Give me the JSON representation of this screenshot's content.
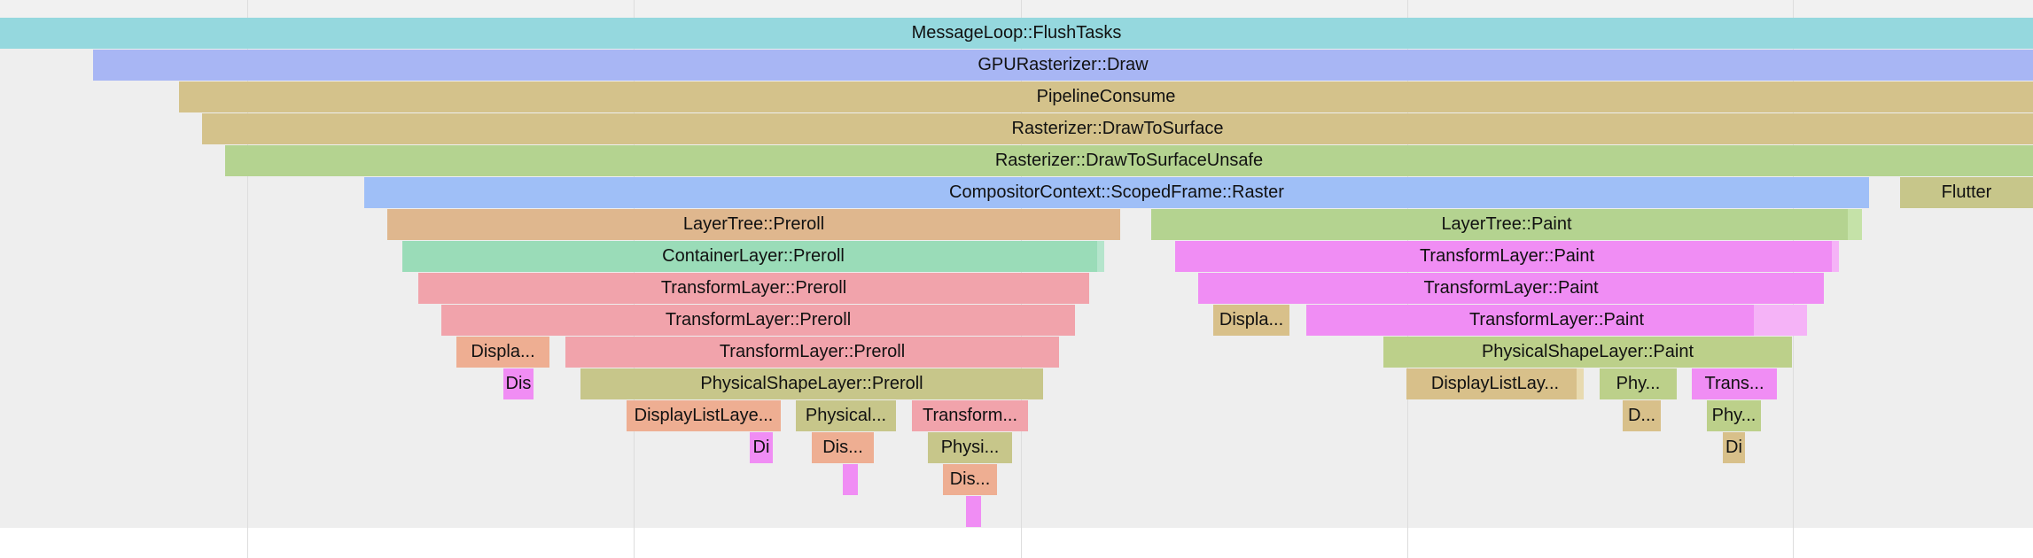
{
  "flamegraph": {
    "frames": [
      {
        "label": "MessageLoop::FlushTasks",
        "color": "#95d8de"
      },
      {
        "label": "GPURasterizer::Draw",
        "color": "#a8b6f4"
      },
      {
        "label": "PipelineConsume",
        "color": "#d4c28b"
      },
      {
        "label": "Rasterizer::DrawToSurface",
        "color": "#d4c28b"
      },
      {
        "label": "Rasterizer::DrawToSurfaceUnsafe",
        "color": "#b4d390"
      },
      {
        "label": "CompositorContext::ScopedFrame::Raster",
        "color": "#9fbff7"
      },
      {
        "label": "Flutter",
        "color": "#c7c68a"
      },
      {
        "label": "LayerTree::Preroll",
        "color": "#dfb78e"
      },
      {
        "label": "LayerTree::Paint",
        "color": "#b4d390"
      },
      {
        "label": "",
        "color": "#c5e2a8"
      },
      {
        "label": "ContainerLayer::Preroll",
        "color": "#9adcb8"
      },
      {
        "label": "",
        "color": "#b5e5cc"
      },
      {
        "label": "TransformLayer::Paint",
        "color": "#f08df4"
      },
      {
        "label": "",
        "color": "#f5b3f7"
      },
      {
        "label": "TransformLayer::Preroll",
        "color": "#f1a3ab"
      },
      {
        "label": "TransformLayer::Paint",
        "color": "#f08df4"
      },
      {
        "label": "TransformLayer::Preroll",
        "color": "#f1a3ab"
      },
      {
        "label": "Displa...",
        "color": "#d8c08a"
      },
      {
        "label": "TransformLayer::Paint",
        "color": "#f08df4"
      },
      {
        "label": "",
        "color": "#f5b3f7"
      },
      {
        "label": "Displa...",
        "color": "#eeae92"
      },
      {
        "label": "TransformLayer::Preroll",
        "color": "#f1a3ab"
      },
      {
        "label": "PhysicalShapeLayer::Paint",
        "color": "#bcd08a"
      },
      {
        "label": "Dis",
        "color": "#f08df4"
      },
      {
        "label": "PhysicalShapeLayer::Preroll",
        "color": "#c7c68a"
      },
      {
        "label": "DisplayListLay...",
        "color": "#d8c08a"
      },
      {
        "label": "",
        "color": "#e8dab0"
      },
      {
        "label": "Phy...",
        "color": "#bcd08a"
      },
      {
        "label": "Trans...",
        "color": "#f08df4"
      },
      {
        "label": "DisplayListLaye...",
        "color": "#eeae92"
      },
      {
        "label": "Physical...",
        "color": "#c7c68a"
      },
      {
        "label": "Transform...",
        "color": "#f1a3ab"
      },
      {
        "label": "D...",
        "color": "#d8c08a"
      },
      {
        "label": "Phy...",
        "color": "#bcd08a"
      },
      {
        "label": "Di",
        "color": "#f08df4"
      },
      {
        "label": "Dis...",
        "color": "#eeae92"
      },
      {
        "label": "Physi...",
        "color": "#c7c68a"
      },
      {
        "label": "Di",
        "color": "#d8c08a"
      },
      {
        "label": "",
        "color": "#f08df4"
      },
      {
        "label": "Dis...",
        "color": "#eeae92"
      },
      {
        "label": "",
        "color": "#f08df4"
      }
    ]
  }
}
